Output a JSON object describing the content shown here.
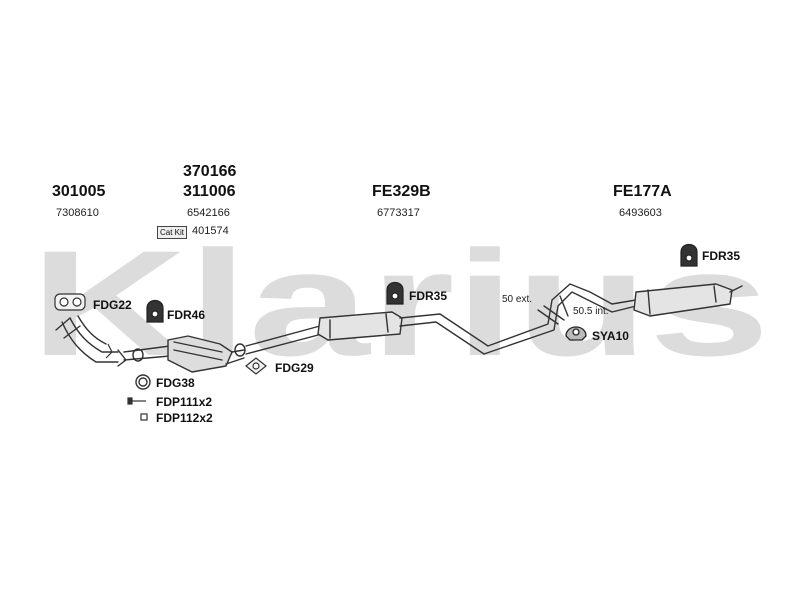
{
  "watermark": "Klarius",
  "sections": [
    {
      "codes": [
        "301005"
      ],
      "ref": "7308610"
    },
    {
      "codes": [
        "370166",
        "311006"
      ],
      "ref": "6542166"
    },
    {
      "codes": [
        "FE329B"
      ],
      "ref": "6773317"
    },
    {
      "codes": [
        "FE177A"
      ],
      "ref": "6493603"
    }
  ],
  "catkit": {
    "badge": "Cat Kit",
    "ref": "401574"
  },
  "parts": {
    "fdg22": "FDG22",
    "fdr46": "FDR46",
    "fdr35_mid": "FDR35",
    "fdr35_right": "FDR35",
    "fdg29": "FDG29",
    "fdg38": "FDG38",
    "fdp111": "FDP111x2",
    "fdp112": "FDP112x2",
    "sya10": "SYA10"
  },
  "dimensions": {
    "ext": "50 ext.",
    "int": "50.5 int."
  },
  "colors": {
    "watermark": "#d9d9d9",
    "line": "#333333"
  }
}
